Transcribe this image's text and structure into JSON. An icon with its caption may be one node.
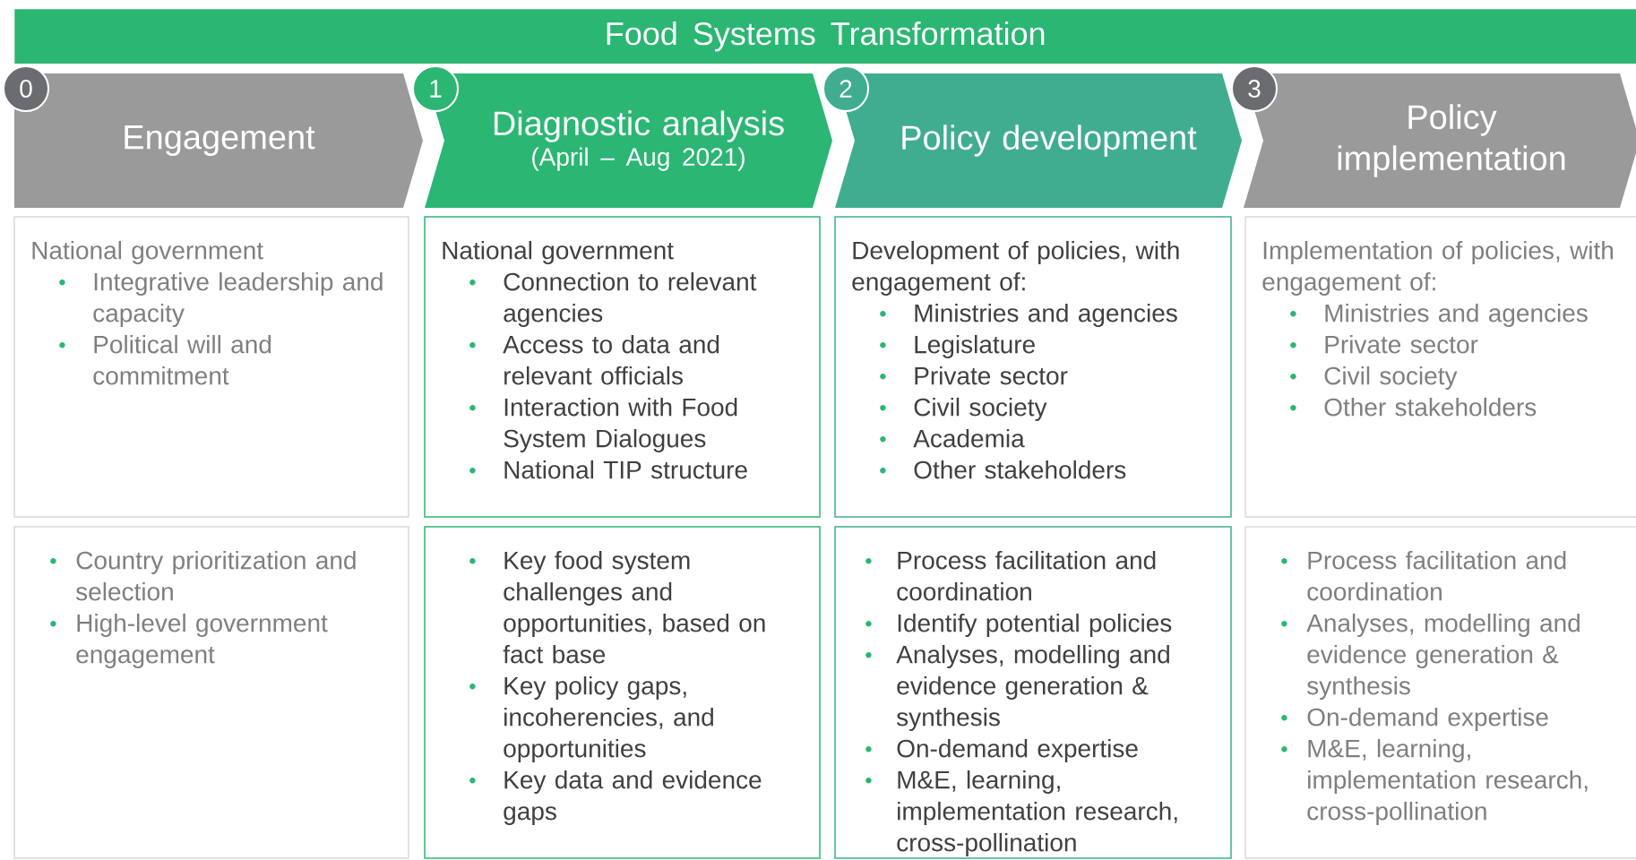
{
  "diagram": {
    "title": "Food Systems Transformation",
    "nodes": [
      {
        "text": [
          "0"
        ]
      },
      {
        "text": [
          "Engagement"
        ]
      },
      {
        "text": [
          "1"
        ]
      },
      {
        "text": [
          "Diagnostic analysis",
          "(April – Aug 2021)"
        ]
      },
      {
        "text": [
          "2"
        ]
      },
      {
        "text": [
          "Policy development"
        ]
      },
      {
        "text": [
          "3"
        ]
      },
      {
        "text": [
          "Policy implementation"
        ]
      },
      {
        "text": [
          "National government",
          "Integrative leadership and capacity",
          "Political will and commitment"
        ]
      },
      {
        "text": [
          "National government",
          "Connection to relevant agencies",
          "Access to data and relevant officials",
          "Interaction with Food System Dialogues",
          "National TIP structure"
        ]
      },
      {
        "text": [
          "Development of policies, with engagement of:",
          "Ministries and agencies",
          "Legislature",
          "Private sector",
          "Civil society",
          "Academia",
          "Other stakeholders"
        ]
      },
      {
        "text": [
          "Implementation of policies, with engagement of:",
          "Ministries and agencies",
          "Private sector",
          "Civil society",
          "Other stakeholders"
        ]
      },
      {
        "text": [
          "Country prioritization and selection",
          "High-level government engagement"
        ]
      },
      {
        "text": [
          "Key food system challenges and opportunities, based on fact base",
          "Key policy gaps, incoherencies, and opportunities",
          "Key data and evidence gaps"
        ]
      },
      {
        "text": [
          "Process facilitation and coordination",
          "Identify potential policies",
          "Analyses, modelling and evidence generation & synthesis",
          "On-demand expertise",
          "M&E, learning, implementation research, cross-pollination"
        ]
      },
      {
        "text": [
          "Process facilitation and coordination",
          "Analyses, modelling and evidence generation & synthesis",
          "On-demand expertise",
          "M&E, learning, implementation research, cross-pollination"
        ]
      }
    ]
  }
}
